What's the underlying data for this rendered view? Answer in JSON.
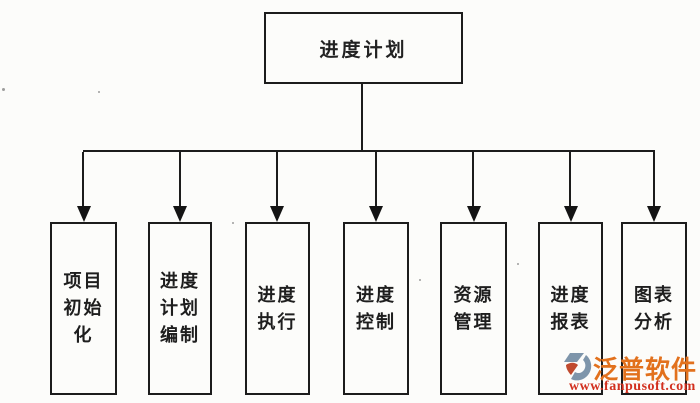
{
  "diagram": {
    "type": "hierarchy-flowchart",
    "root": {
      "label": "进度计划"
    },
    "children": [
      {
        "text": "项目初始化",
        "lines": [
          "项目",
          "初始",
          "化"
        ]
      },
      {
        "text": "进度计划编制",
        "lines": [
          "进度",
          "计划",
          "编制"
        ]
      },
      {
        "text": "进度执行",
        "lines": [
          "进度",
          "执行"
        ]
      },
      {
        "text": "进度控制",
        "lines": [
          "进度",
          "控制"
        ]
      },
      {
        "text": "资源管理",
        "lines": [
          "资源",
          "管理"
        ]
      },
      {
        "text": "进度报表",
        "lines": [
          "进度",
          "报表"
        ]
      },
      {
        "text": "图表分析",
        "lines": [
          "图表",
          "分析"
        ]
      }
    ]
  },
  "watermark": {
    "brand": "泛普软件",
    "url": "www.fanpusoft.com",
    "brand_color": "#e2711d",
    "url_color": "#d2301f",
    "logo_blue": "#7e95aa",
    "logo_red": "#c04a2e"
  },
  "colors": {
    "line": "#1c1c1c",
    "background": "#fcfcfa"
  }
}
